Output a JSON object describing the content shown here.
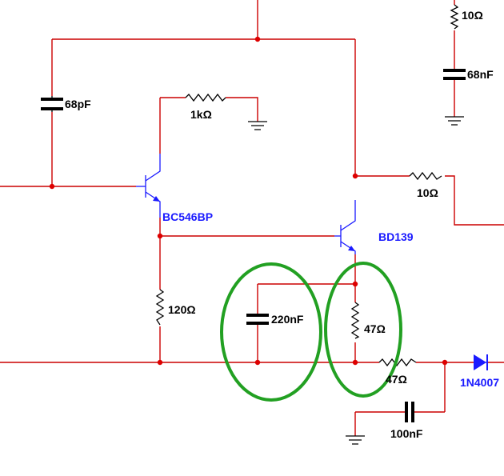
{
  "colors": {
    "wire": "#cc0000",
    "component": "#000000",
    "semiconductor": "#1a1aff",
    "highlight": "#22a022"
  },
  "labels": {
    "r_10_top": "10Ω",
    "c_68nf": "68nF",
    "c_68pf": "68pF",
    "r_1k": "1kΩ",
    "r_10_mid": "10Ω",
    "q1": "BC546BP",
    "q2": "BD139",
    "r_120": "120Ω",
    "c_220nf": "220nF",
    "r_47_vert": "47Ω",
    "r_47_horiz": "47Ω",
    "d1": "1N4007",
    "c_100nf": "100nF"
  }
}
